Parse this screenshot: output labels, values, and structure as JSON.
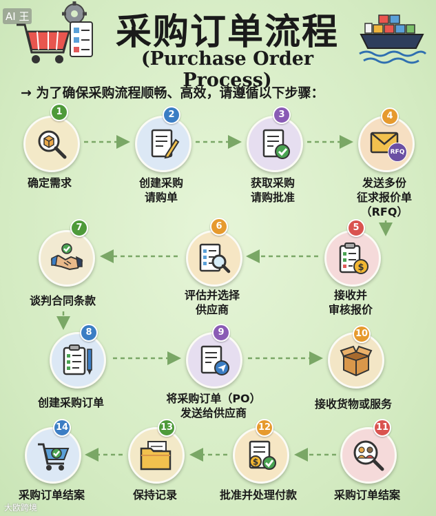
{
  "watermark_top": "AI 王",
  "watermark_bottom": "大欧跨境",
  "title": "采购订单流程",
  "subtitle": "(Purchase Order Process)",
  "intro": "→ 为了确保采购流程顺畅、高效，请遵循以下步骤：",
  "rfq_badge": "RFQ",
  "colors": {
    "badge_green": "#4e9a3a",
    "badge_blue": "#3b7dc4",
    "badge_purple": "#8a5bb5",
    "badge_orange": "#e69a2e",
    "badge_red": "#d9534f",
    "arrow": "#7aa766"
  },
  "steps": [
    {
      "number": "1",
      "lines": [
        "确定需求"
      ],
      "icon": "magnifier-box-icon"
    },
    {
      "number": "2",
      "lines": [
        "创建采购",
        "请购单"
      ],
      "icon": "document-pencil-icon"
    },
    {
      "number": "3",
      "lines": [
        "获取采购",
        "请购批准"
      ],
      "icon": "document-check-icon"
    },
    {
      "number": "4",
      "lines": [
        "发送多份",
        "征求报价单",
        "（RFQ）"
      ],
      "icon": "envelope-rfq-icon"
    },
    {
      "number": "5",
      "lines": [
        "接收并",
        "审核报价"
      ],
      "icon": "clipboard-dollar-icon"
    },
    {
      "number": "6",
      "lines": [
        "评估并选择",
        "供应商"
      ],
      "icon": "checklist-magnifier-icon"
    },
    {
      "number": "7",
      "lines": [
        "谈判合同条款"
      ],
      "icon": "handshake-icon"
    },
    {
      "number": "8",
      "lines": [
        "创建采购订单"
      ],
      "icon": "clipboard-pen-icon"
    },
    {
      "number": "9",
      "lines": [
        "将采购订单（PO）",
        "发送给供应商"
      ],
      "icon": "document-send-icon"
    },
    {
      "number": "10",
      "lines": [
        "接收货物或服务"
      ],
      "icon": "open-box-icon"
    },
    {
      "number": "11",
      "lines": [
        "采购订单结案"
      ],
      "icon": "magnifier-people-icon"
    },
    {
      "number": "12",
      "lines": [
        "批准并处理付款"
      ],
      "icon": "invoice-dollar-icon"
    },
    {
      "number": "13",
      "lines": [
        "保持记录"
      ],
      "icon": "folder-icon"
    },
    {
      "number": "14",
      "lines": [
        "采购订单结案"
      ],
      "icon": "cart-check-icon"
    }
  ]
}
